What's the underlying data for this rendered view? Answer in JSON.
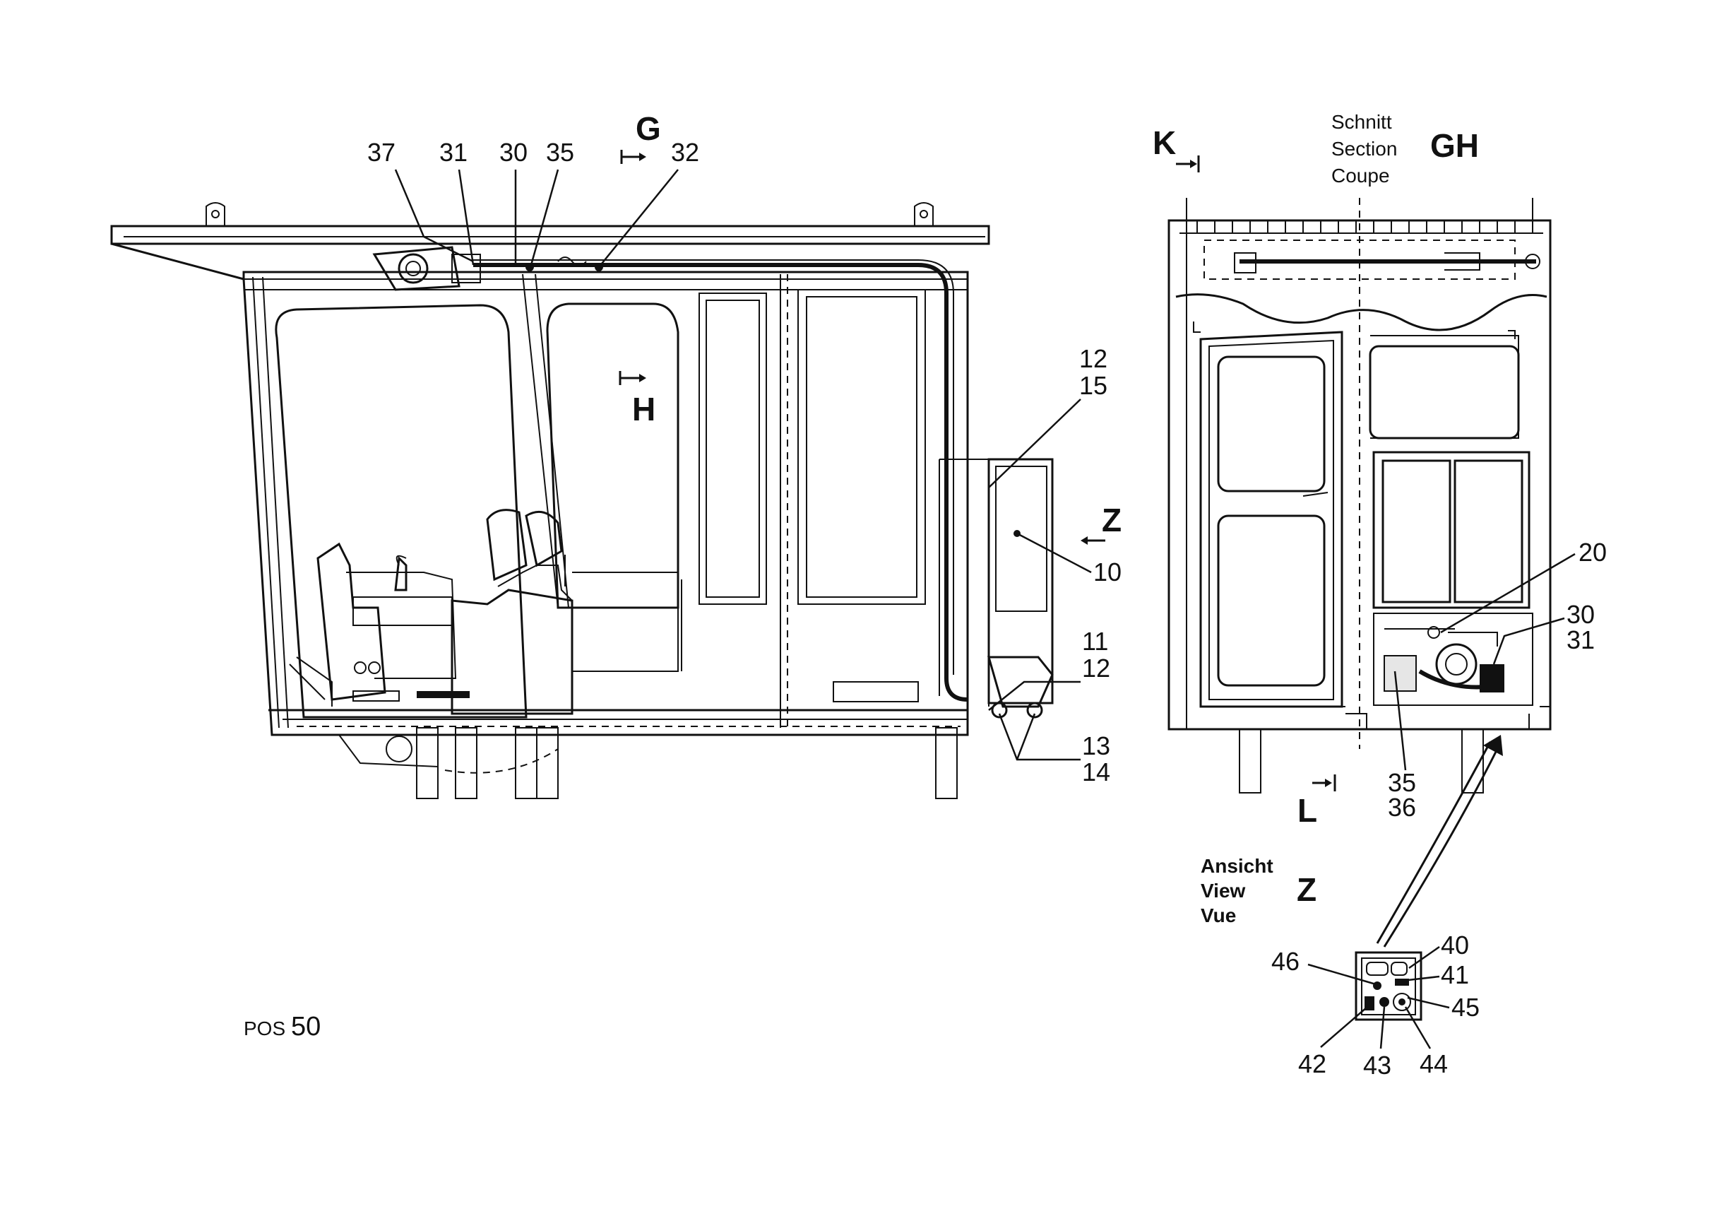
{
  "side_view": {
    "callouts": {
      "c37": "37",
      "c31": "31",
      "c30": "30",
      "c35": "35",
      "c32": "32",
      "c12a": "12",
      "c15": "15",
      "c10": "10",
      "c11": "11",
      "c12b": "12",
      "c13": "13",
      "c14": "14"
    },
    "section_marks": {
      "g": "G",
      "h": "H",
      "z": "Z"
    }
  },
  "section_view": {
    "title_lines": [
      "Schnitt",
      "Section",
      "Coupe"
    ],
    "title_code": "GH",
    "marks": {
      "k": "K",
      "l": "L"
    },
    "callouts": {
      "c20": "20",
      "c30": "30",
      "c31": "31",
      "c35": "35",
      "c36": "36"
    }
  },
  "detail_view": {
    "title_lines": [
      "Ansicht",
      "View",
      "Vue"
    ],
    "title_code": "Z",
    "callouts": {
      "c40": "40",
      "c41": "41",
      "c45": "45",
      "c46": "46",
      "c42": "42",
      "c43": "43",
      "c44": "44"
    }
  },
  "footer": {
    "pos_prefix": "POS",
    "pos_number": "50"
  }
}
